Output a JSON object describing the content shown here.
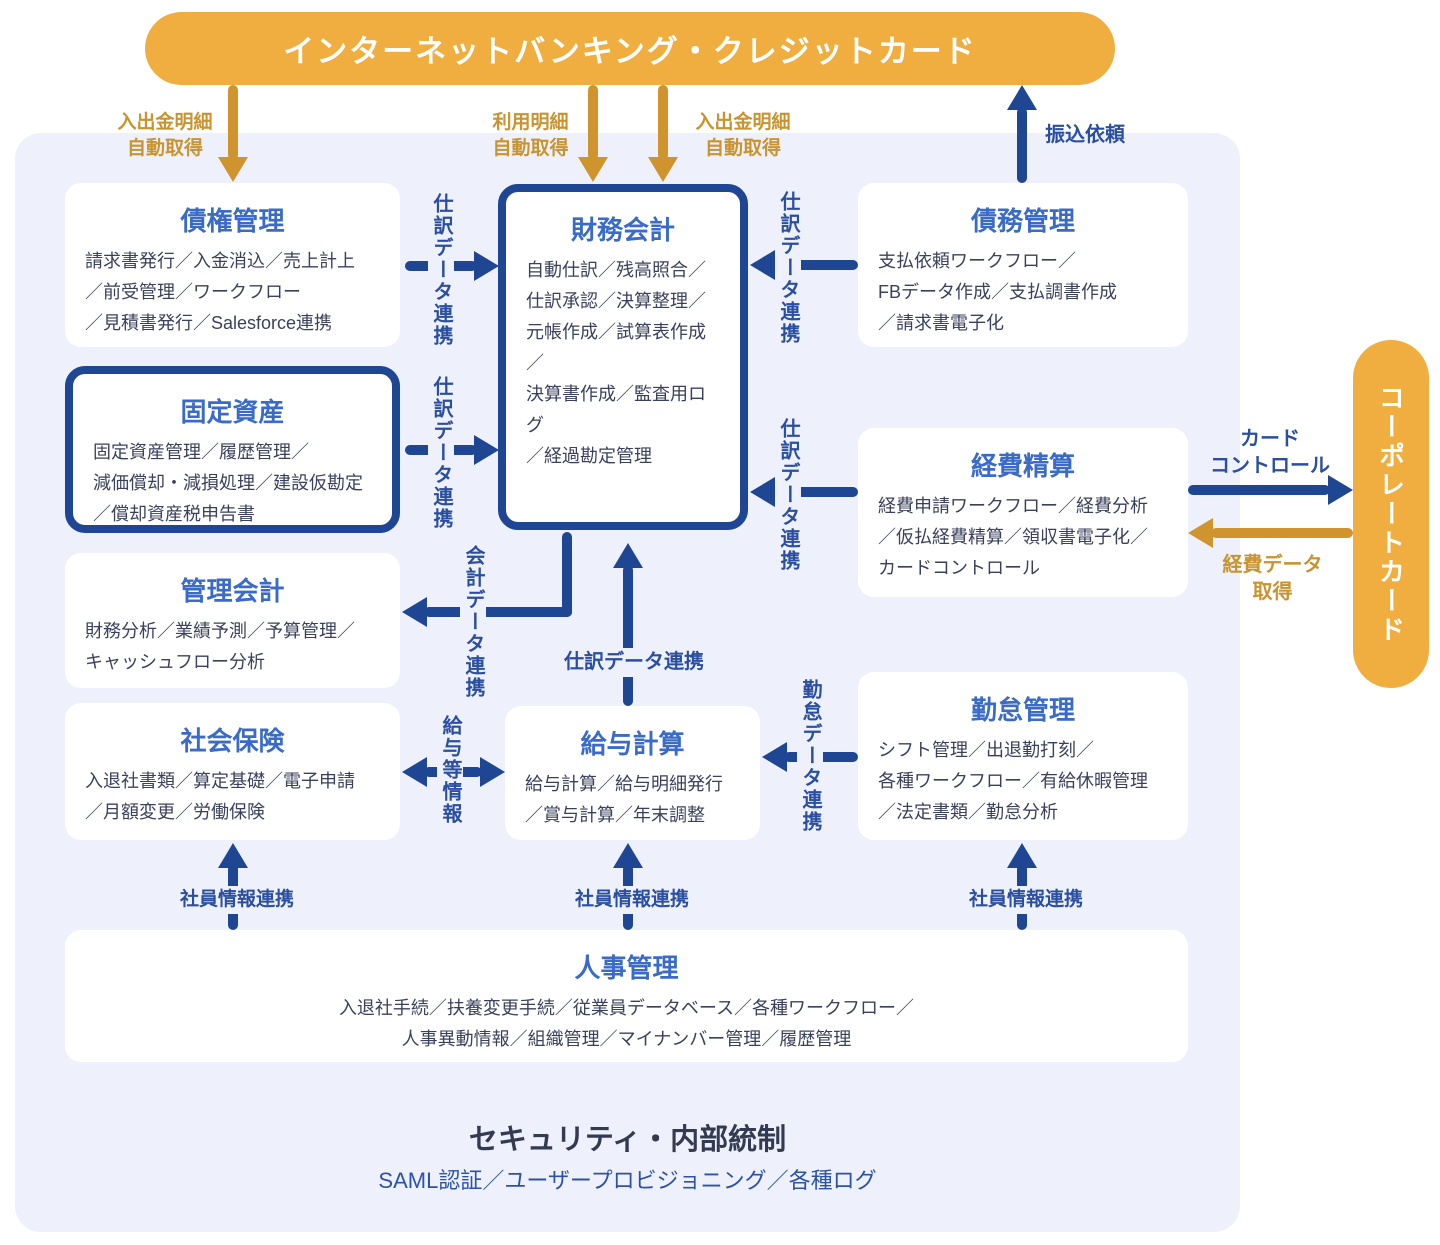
{
  "banners": {
    "internet_banking": "インターネットバンキング・クレジットカード",
    "corporate_card": "コーポレートカード"
  },
  "modules": {
    "receivables": {
      "title": "債権管理",
      "features": "請求書発行／入金消込／売上計上\n／前受管理／ワークフロー\n／見積書発行／Salesforce連携"
    },
    "financial_accounting": {
      "title": "財務会計",
      "features": "自動仕訳／残高照合／\n仕訳承認／決算整理／\n元帳作成／試算表作成／\n決算書作成／監査用ログ\n／経過勘定管理"
    },
    "payables": {
      "title": "債務管理",
      "features": "支払依頼ワークフロー／\nFBデータ作成／支払調書作成\n／請求書電子化"
    },
    "fixed_assets": {
      "title": "固定資産",
      "features": "固定資産管理／履歴管理／\n減価償却・減損処理／建設仮勘定\n／償却資産税申告書"
    },
    "expense_settlement": {
      "title": "経費精算",
      "features": "経費申請ワークフロー／経費分析\n／仮払経費精算／領収書電子化／\nカードコントロール"
    },
    "management_accounting": {
      "title": "管理会計",
      "features": "財務分析／業績予測／予算管理／\nキャッシュフロー分析"
    },
    "social_insurance": {
      "title": "社会保険",
      "features": "入退社書類／算定基礎／電子申請\n／月額変更／労働保険"
    },
    "payroll": {
      "title": "給与計算",
      "features": "給与計算／給与明細発行\n／賞与計算／年末調整"
    },
    "attendance": {
      "title": "勤怠管理",
      "features": "シフト管理／出退勤打刻／\n各種ワークフロー／有給休暇管理\n／法定書類／勤怠分析"
    },
    "hr": {
      "title": "人事管理",
      "features": "入退社手続／扶養変更手続／従業員データベース／各種ワークフロー／\n人事異動情報／組織管理／マイナンバー管理／履歴管理"
    }
  },
  "connectors": {
    "deposit_withdrawal_auto_left": "入出金明細\n自動取得",
    "usage_details_auto": "利用明細\n自動取得",
    "deposit_withdrawal_auto_right": "入出金明細\n自動取得",
    "transfer_request": "振込依頼",
    "journal_data_link": "仕訳データ連携",
    "accounting_data_link": "会計データ連携",
    "payroll_info": "給与等情報",
    "attendance_data_link": "勤怠データ連携",
    "employee_info_link": "社員情報連携",
    "card_control": "カード\nコントロール",
    "expense_data_fetch": "経費データ\n取得"
  },
  "footer": {
    "title": "セキュリティ・内部統制",
    "features": "SAML認証／ユーザープロビジョニング／各種ログ"
  },
  "colors": {
    "orange": "#EFAE3F",
    "orange_arrow": "#D0942F",
    "orange_label": "#C9932F",
    "navy": "#1E4693",
    "title_blue": "#3A6BC7",
    "label_blue": "#2B4FA0",
    "body_text": "#3A415C",
    "panel": "#EEF1FB",
    "footer_title": "#333B52",
    "footer_blue": "#2B52A8"
  }
}
